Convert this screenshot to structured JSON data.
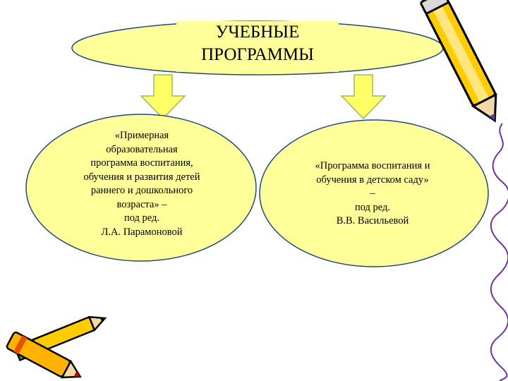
{
  "colors": {
    "ellipse_fill": "#ffff99",
    "ellipse_stroke": "#1f497d",
    "arrow_fill": "#ffff66",
    "arrow_stroke": "#9bbb59"
  },
  "top_node": {
    "lines": [
      "УЧЕБНЫЕ",
      "ПРОГРАММЫ"
    ]
  },
  "left_node": {
    "lines": [
      "«Примерная",
      "образовательная",
      "программа воспитания,",
      "обучения и развития детей",
      "раннего и дошкольного",
      "возраста» –",
      "под ред.",
      "Л.А. Парамоновой"
    ]
  },
  "right_node": {
    "lines": [
      "«Программа воспитания и",
      "обучения в детском саду»",
      "–",
      "под ред.",
      "В.В. Васильевой"
    ]
  },
  "decorations": [
    "pencil-icon",
    "pencils-icon",
    "squiggle-line"
  ]
}
